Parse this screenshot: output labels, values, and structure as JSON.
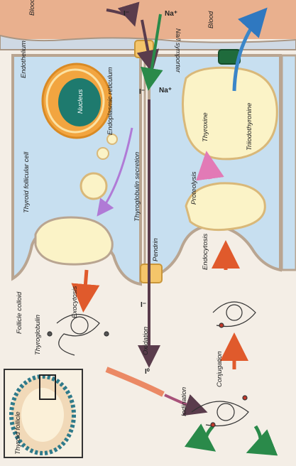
{
  "labels": {
    "blood_left": "Blood",
    "blood_right": "Blood",
    "endothelium": "Endothelium",
    "iodide_top": "I⁻",
    "sodium_top": "Na⁺",
    "sodium_bottom": "Na⁺",
    "nai_symporter": "Na/I symporter",
    "iodide_mid": "I⁻",
    "thyroxine": "Thyroxine",
    "triiodothyronine": "Triiodothyronine",
    "nucleus": "Nucleus",
    "endoplasmic_reticulum": "Endoplasmic reticulum",
    "thyroid_follicular_cell": "Thyroid follicular cell",
    "thyroglobulin_secretion": "Thyroglobulin secretion",
    "proteolysis": "Proteolysis",
    "pendrin": "Pendrin",
    "iodide_lower": "I⁻",
    "exocytosis": "Exocytosis",
    "endocytosis": "Endocytosis",
    "follicle_colloid": "Follicle colloid",
    "thyroglobulin": "Thyroglobulin",
    "oxidation": "Oxidation",
    "iodine_zero": "I⁰",
    "conjugation": "Conjugation",
    "iodination": "Iodination",
    "thyroid_follicle": "Thyroid follicle"
  },
  "colors": {
    "blood": "#e9b08e",
    "cytoplasm": "#c7dff0",
    "membrane": "#b9a591",
    "colloid": "#f7f0e2",
    "vesicle": "#fbf3c7",
    "nucleus": "#1e7a6e",
    "golgi_orange": "#f2a540",
    "secretion_arrow": "#c79adf",
    "proteolysis_arrow": "#e88fc2",
    "exocytosis_arrow": "#e8673a",
    "transport_arrow": "#5a3c4c",
    "blue_arrow": "#3b86c8",
    "green_arrow": "#2a8a4a",
    "channel_green": "#1f6b3c",
    "channel_yellow": "#f4c56a"
  }
}
